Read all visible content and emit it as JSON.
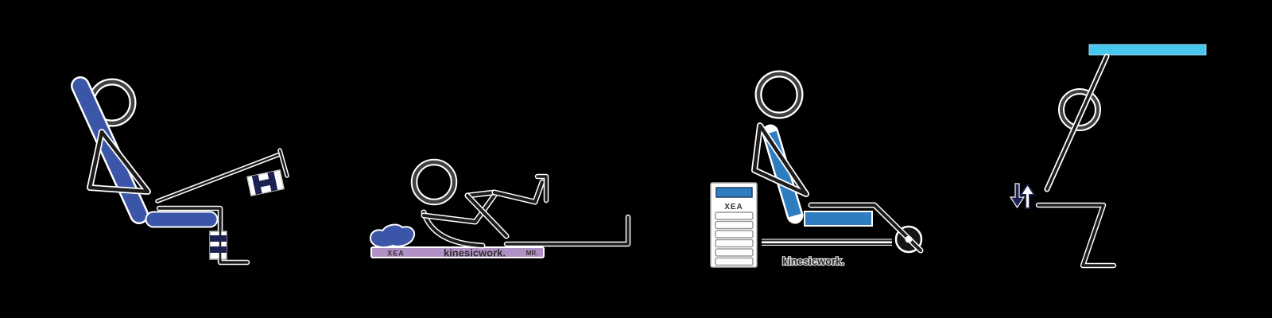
{
  "colors": {
    "royal_blue": "#3b56a8",
    "steel_blue": "#2e7dc1",
    "cyan": "#47c6ee",
    "navy": "#1b2150",
    "lavender": "#b191c5",
    "ink": "#1c1c1c",
    "head_gray": "#414141",
    "halo_white": "#ffffff",
    "background": "#000000",
    "label_dark": "#2e2e2e"
  },
  "figures": {
    "recline": {
      "description": "reclined seated figure with footrest and pedal"
    },
    "mat": {
      "description": "figure exercising on floor mat with pillow",
      "labels": {
        "left": "XEA",
        "brand": "kinesicwork.",
        "right": "MR."
      }
    },
    "machine": {
      "description": "upright seated figure on machine with weight stack and wheel",
      "labels": {
        "stack": "XEA",
        "brand": "kinesicwork."
      }
    },
    "desk": {
      "description": "sit-stand figure with height-adjustable desk and chair"
    }
  }
}
